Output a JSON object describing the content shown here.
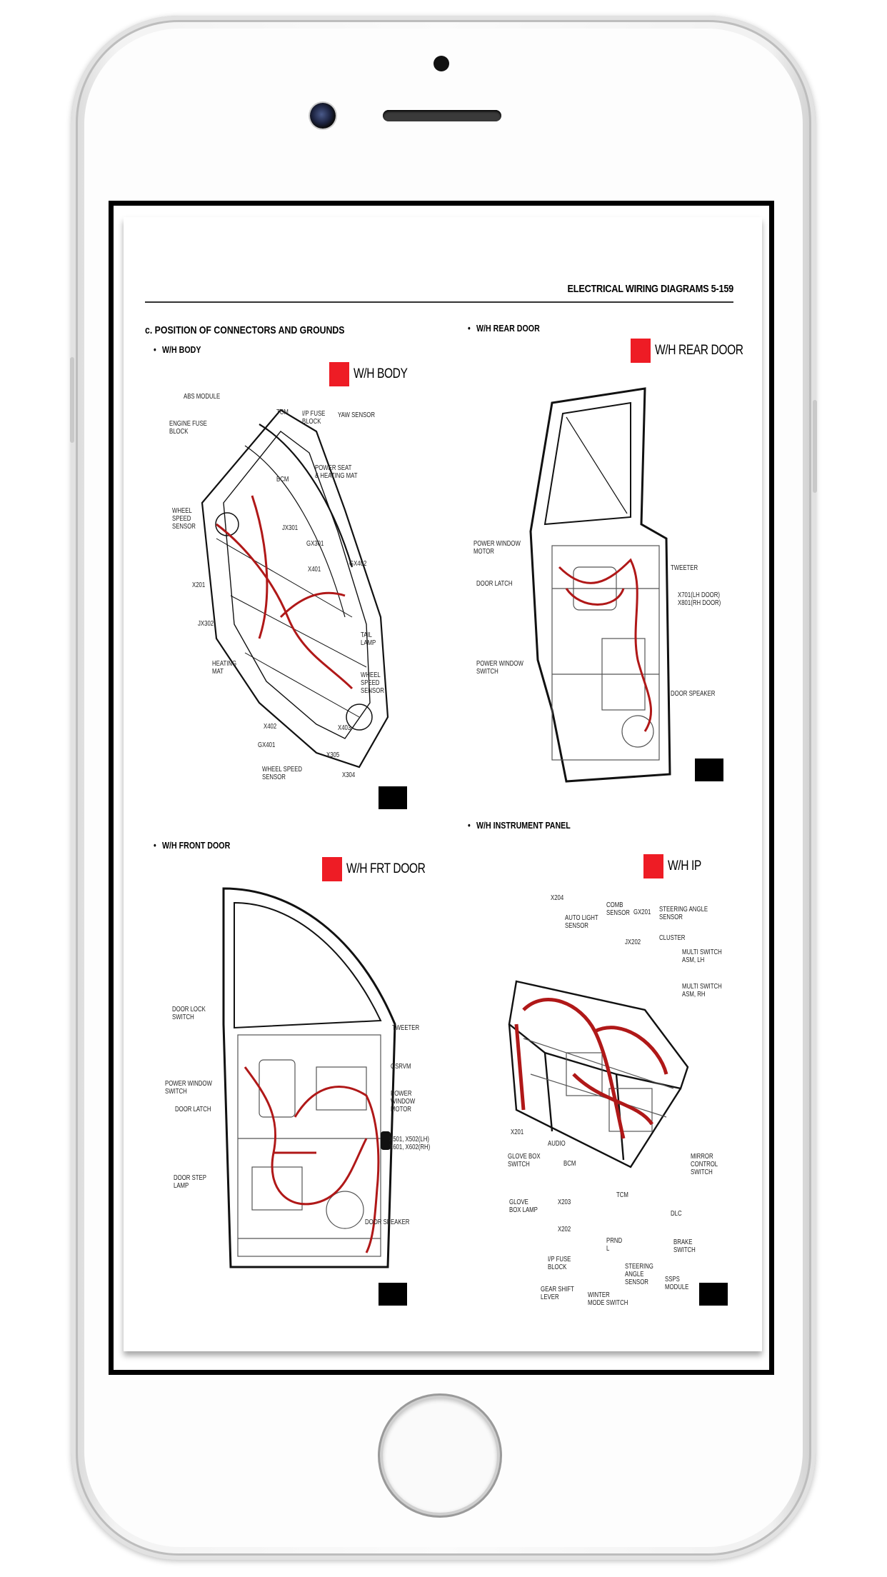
{
  "page": {
    "header": "ELECTRICAL WIRING DIAGRAMS   5-159",
    "section_title": "c. POSITION OF CONNECTORS AND GROUNDS"
  },
  "colors": {
    "tag": "#ee1c25",
    "harness": "#b01818"
  },
  "panels": {
    "body": {
      "heading": "W/H BODY",
      "tag": "W/H BODY",
      "labels": [
        "ABS MODULE",
        "ENGINE FUSE\nBLOCK",
        "TCM",
        "I/P FUSE\nBLOCK",
        "YAW SENSOR",
        "BCM",
        "POWER SEAT\n& HEATING MAT",
        "WHEEL\nSPEED\nSENSOR",
        "JX301",
        "GX301",
        "X201",
        "X401",
        "GX402",
        "JX302",
        "TAIL\nLAMP",
        "HEATING\nMAT",
        "WHEEL\nSPEED\nSENSOR",
        "X402",
        "X403",
        "GX401",
        "X305",
        "WHEEL SPEED\nSENSOR",
        "X304"
      ]
    },
    "rear_door": {
      "heading": "W/H REAR DOOR",
      "tag": "W/H REAR DOOR",
      "labels": [
        "POWER WINDOW\nMOTOR",
        "TWEETER",
        "DOOR LATCH",
        "X701(LH DOOR)\nX801(RH DOOR)",
        "POWER WINDOW\nSWITCH",
        "DOOR SPEAKER"
      ]
    },
    "front_door": {
      "heading": "W/H FRONT DOOR",
      "tag": "W/H FRT DOOR",
      "labels": [
        "DOOR LOCK\nSWITCH",
        "TWEETER",
        "OSRVM",
        "POWER WINDOW\nSWITCH",
        "POWER\nWINDOW\nMOTOR",
        "DOOR LATCH",
        "X501, X502(LH)\nX601, X602(RH)",
        "DOOR STEP\nLAMP",
        "DOOR SPEAKER"
      ]
    },
    "ip": {
      "heading": "W/H INSTRUMENT PANEL",
      "tag": "W/H IP",
      "labels": [
        "X204",
        "AUTO LIGHT\nSENSOR",
        "COMB\nSENSOR",
        "GX201",
        "STEERING ANGLE\nSENSOR",
        "JX202",
        "CLUSTER",
        "MULTI SWITCH\nASM, LH",
        "MULTI SWITCH\nASM, RH",
        "X201",
        "AUDIO",
        "BCM",
        "GLOVE BOX\nSWITCH",
        "MIRROR\nCONTROL\nSWITCH",
        "GLOVE\nBOX LAMP",
        "X203",
        "TCM",
        "DLC",
        "X202",
        "PRND\nL",
        "BRAKE\nSWITCH",
        "I/P FUSE\nBLOCK",
        "STEERING\nANGLE\nSENSOR",
        "SSPS\nMODULE",
        "GEAR SHIFT\nLEVER",
        "WINTER\nMODE SWITCH"
      ]
    }
  }
}
